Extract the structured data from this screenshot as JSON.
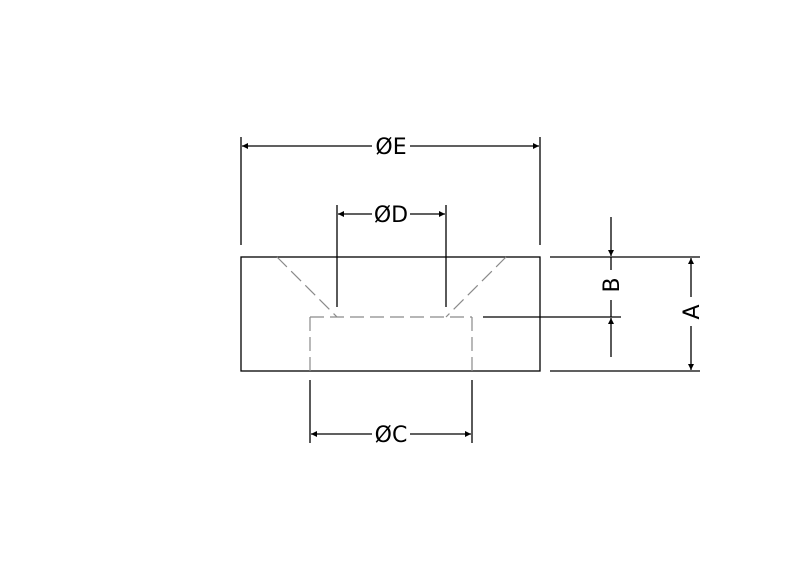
{
  "drawing": {
    "labels": {
      "dia_e": "ØE",
      "dia_d": "ØD",
      "dia_c": "ØC",
      "dim_a": "A",
      "dim_b": "B"
    },
    "colors": {
      "line": "#000000",
      "hidden_line": "#8a8a8a",
      "background": "#ffffff"
    }
  }
}
